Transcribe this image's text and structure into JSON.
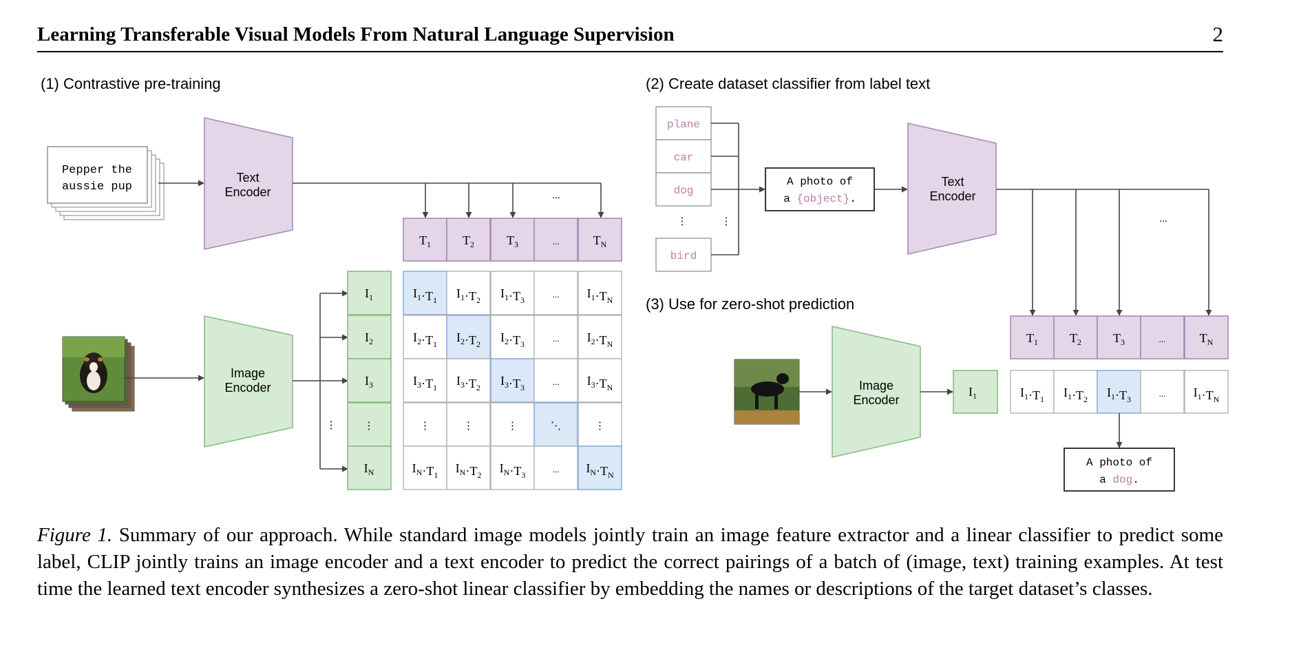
{
  "header": {
    "title": "Learning Transferable Visual Models From Natural Language Supervision",
    "page_number": "2"
  },
  "figure": {
    "panel1_title": "(1) Contrastive pre-training",
    "panel2_title": "(2) Create dataset classifier from label text",
    "panel3_title": "(3) Use for zero-shot prediction",
    "input_text": [
      "Pepper the",
      "aussie pup"
    ],
    "text_encoder": [
      "Text",
      "Encoder"
    ],
    "image_encoder": [
      "Image",
      "Encoder"
    ],
    "ellipsis": "...",
    "vdots": "⋮",
    "ddots": "⋱",
    "labels": [
      "plane",
      "car",
      "dog",
      "bird"
    ],
    "template": {
      "line1": "A photo of",
      "line2_pre": "a ",
      "line2_obj": "{object}",
      "line2_post": "."
    },
    "prediction": {
      "line1": "A photo of",
      "line2_pre": "a ",
      "line2_obj": "dog",
      "line2_post": "."
    },
    "colors": {
      "purple_fill": "#e4d5e9",
      "purple_stroke": "#a68ab3",
      "green_fill": "#d6ebd3",
      "green_stroke": "#88bd82",
      "blue_fill": "#dbe8f7",
      "blue_stroke": "#7ea6d8",
      "label_pink": "#c07aa6"
    }
  },
  "caption": {
    "label": "Figure 1.",
    "text": " Summary of our approach. While standard image models jointly train an image feature extractor and a linear classifier to predict some label, CLIP jointly trains an image encoder and a text encoder to predict the correct pairings of a batch of (image, text) training examples. At test time the learned text encoder synthesizes a zero-shot linear classifier by embedding the names or descriptions of the target dataset’s classes."
  }
}
